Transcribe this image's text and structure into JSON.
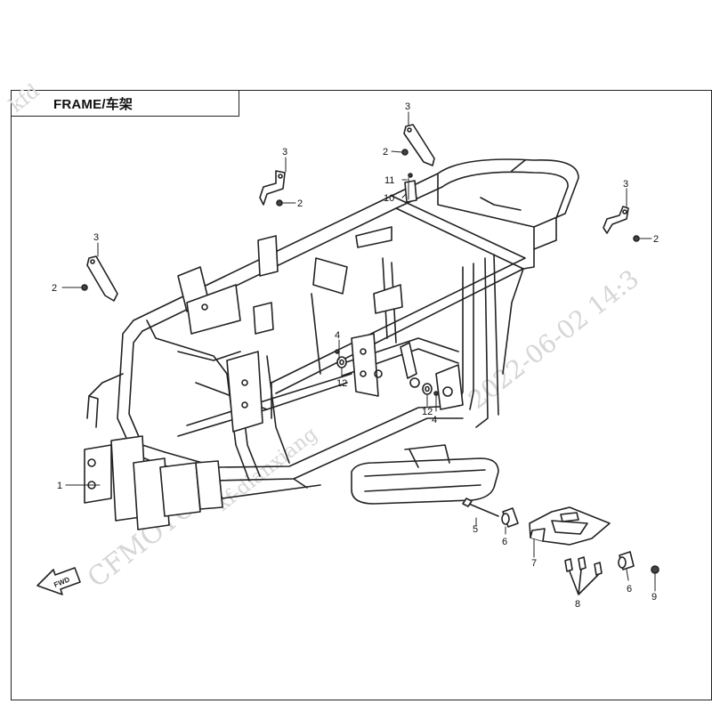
{
  "title": "FRAME/车架",
  "watermarks": {
    "brand": "CFMOTO",
    "corner_id": "kfd",
    "site_id": "kf-dianxiang",
    "date_stamp": "2022-06-02 14:3"
  },
  "front_marker": "FWD",
  "callouts": [
    {
      "id": "c1",
      "text": "1"
    },
    {
      "id": "c2a",
      "text": "2"
    },
    {
      "id": "c2b",
      "text": "2"
    },
    {
      "id": "c2c",
      "text": "2"
    },
    {
      "id": "c2d",
      "text": "2"
    },
    {
      "id": "c3a",
      "text": "3"
    },
    {
      "id": "c3b",
      "text": "3"
    },
    {
      "id": "c3c",
      "text": "3"
    },
    {
      "id": "c3d",
      "text": "3"
    },
    {
      "id": "c4a",
      "text": "4"
    },
    {
      "id": "c4b",
      "text": "4"
    },
    {
      "id": "c5",
      "text": "5"
    },
    {
      "id": "c6a",
      "text": "6"
    },
    {
      "id": "c6b",
      "text": "6"
    },
    {
      "id": "c7",
      "text": "7"
    },
    {
      "id": "c8",
      "text": "8"
    },
    {
      "id": "c9",
      "text": "9"
    },
    {
      "id": "c10",
      "text": "10"
    },
    {
      "id": "c11",
      "text": "11"
    },
    {
      "id": "c12a",
      "text": "12"
    },
    {
      "id": "c12b",
      "text": "12"
    }
  ],
  "colors": {
    "line": "#222222",
    "part_fill": "#ffffff",
    "shade": "#9a9a9a",
    "watermark": "#d6d6d6"
  }
}
